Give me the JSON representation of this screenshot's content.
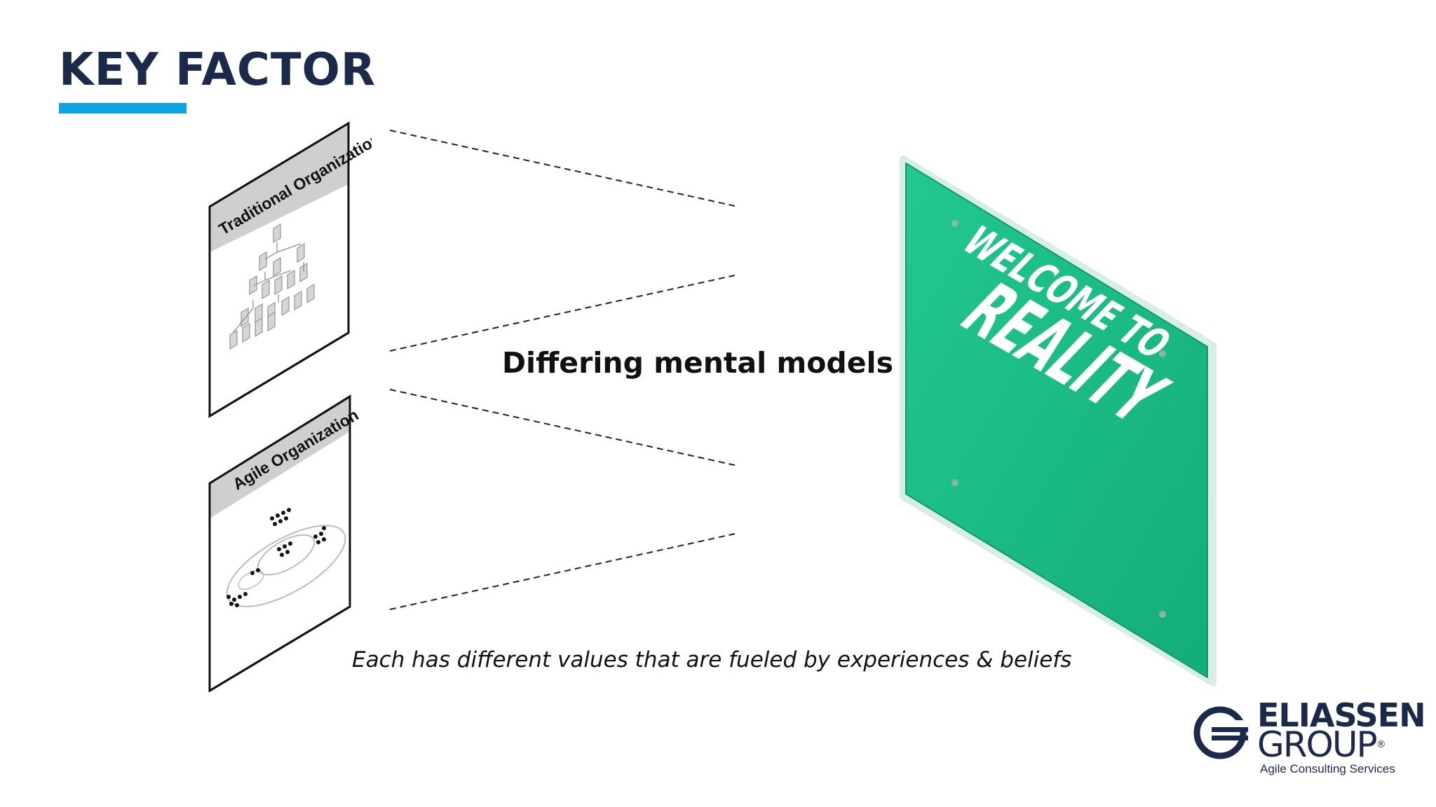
{
  "title": "KEY FACTOR",
  "cards": [
    {
      "label": "Traditional Organization"
    },
    {
      "label": "Agile Organization"
    }
  ],
  "center_text": "Differing mental models",
  "caption": "Each has different values that are fueled by experiences & beliefs",
  "sign": {
    "line1": "WELCOME TO",
    "line2": "REALITY",
    "color": "#1fbd87"
  },
  "logo": {
    "name_line1": "ELIASSEN",
    "name_line2": "GROUP",
    "registered": "®",
    "tagline": "Agile Consulting Services"
  },
  "colors": {
    "title": "#1b2a4a",
    "accent": "#0aa4e5"
  }
}
